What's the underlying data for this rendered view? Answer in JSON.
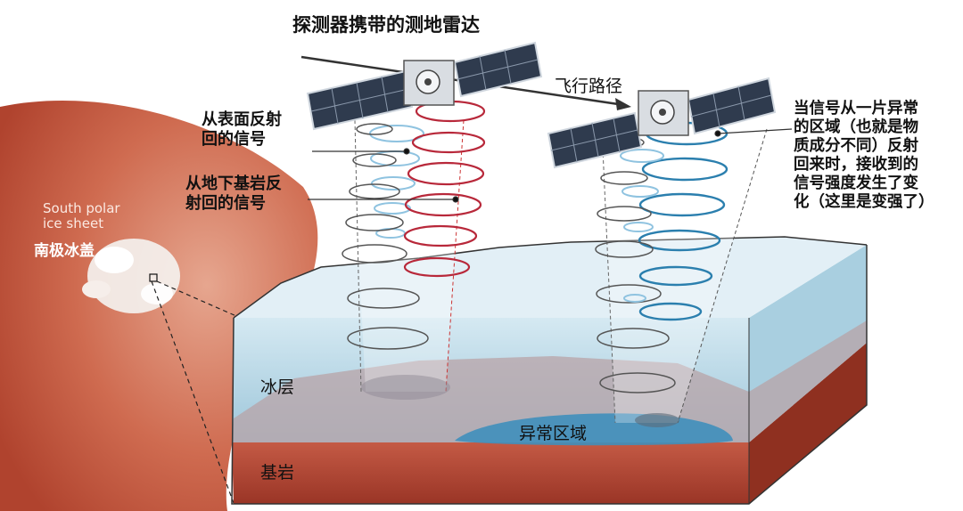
{
  "title": "探测器携带的测地雷达",
  "flight_path": "飞行路径",
  "surface_signal": "从表面反射\n回的信号",
  "bedrock_signal": "从地下基岩反\n射回的信号",
  "anomaly_note": "当信号从一片异常\n的区域（也就是物\n质成分不同）反射\n回来时，接收到的\n信号强度发生了变\n化（这里是变强了）",
  "south_polar_en": "South polar\nice sheet",
  "south_polar_cn": "南极冰盖",
  "ice_layer": "冰层",
  "bedrock": "基岩",
  "anomaly_zone": "异常区域",
  "colors": {
    "planet": "#c7593e",
    "ice": "#bcdbe9",
    "bedrock": "#b44a3a",
    "anomaly": "#3f8fbb",
    "surface_ring": "#8fc3e0",
    "bedrock_ring": "#b8283a",
    "strong_ring": "#2b7fae"
  }
}
